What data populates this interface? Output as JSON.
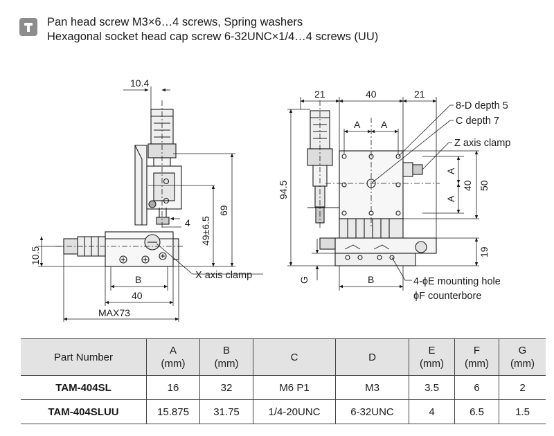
{
  "note": {
    "icon": "screw-icon",
    "line1": "Pan head screw M3×6…4 screws, Spring washers",
    "line2": "Hexagonal socket head cap screw 6-32UNC×1/4…4 screws (UU)"
  },
  "left_view": {
    "dim_10_4": "10.4",
    "dim_10_5": "10.5",
    "dim_4": "4",
    "dim_49": "49±6.5",
    "dim_69": "69",
    "dim_B": "B",
    "dim_40": "40",
    "dim_max73": "MAX73",
    "x_axis_clamp": "X axis clamp"
  },
  "right_view": {
    "dim_21a": "21",
    "dim_40": "40",
    "dim_21b": "21",
    "dim_A1": "A",
    "dim_A2": "A",
    "dim_94_5": "94.5",
    "dim_A3": "A",
    "dim_40v": "40",
    "dim_A4": "A",
    "dim_50": "50",
    "dim_19": "19",
    "dim_G": "G",
    "dim_B": "B",
    "lbl_d": "8-D depth 5",
    "lbl_c": "C depth 7",
    "lbl_z": "Z axis clamp",
    "lbl_e": "4-ϕE mounting hole",
    "lbl_f": "ϕF counterbore"
  },
  "table": {
    "headers": [
      [
        "Part Number",
        ""
      ],
      [
        "A",
        "(mm)"
      ],
      [
        "B",
        "(mm)"
      ],
      [
        "C",
        ""
      ],
      [
        "D",
        ""
      ],
      [
        "E",
        "(mm)"
      ],
      [
        "F",
        "(mm)"
      ],
      [
        "G",
        "(mm)"
      ]
    ],
    "rows": [
      [
        "TAM-404SL",
        "16",
        "32",
        "M6 P1",
        "M3",
        "3.5",
        "6",
        "2"
      ],
      [
        "TAM-404SLUU",
        "15.875",
        "31.75",
        "1/4-20UNC",
        "6-32UNC",
        "4",
        "6.5",
        "1.5"
      ]
    ]
  }
}
